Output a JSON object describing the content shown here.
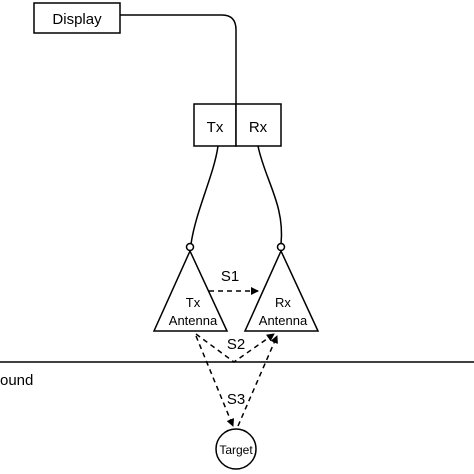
{
  "display_label": "Display",
  "tx_label": "Tx",
  "rx_label": "Rx",
  "tx_antenna": {
    "line1": "Tx",
    "line2": "Antenna"
  },
  "rx_antenna": {
    "line1": "Rx",
    "line2": "Antenna"
  },
  "path_labels": {
    "s1": "S1",
    "s2": "S2",
    "s3": "S3"
  },
  "ground_label": "ound",
  "target_label": "Target",
  "colors": {
    "line": "#000000",
    "background": "#ffffff"
  }
}
